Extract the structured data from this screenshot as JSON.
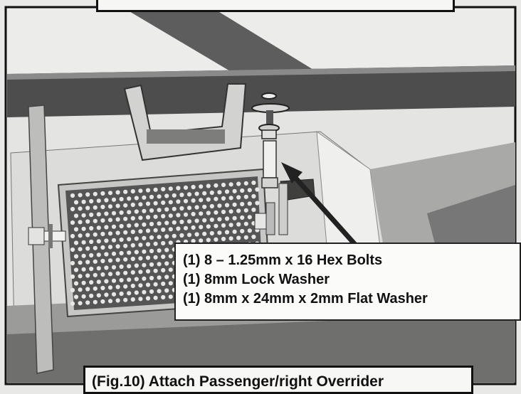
{
  "callout": {
    "lines": [
      "(1) 8 – 1.25mm x 16 Hex Bolts",
      "(1) 8mm Lock Washer",
      "(1) 8mm x 24mm x 2mm Flat Washer"
    ]
  },
  "caption": "(Fig.10) Attach Passenger/right Overrider",
  "colors": {
    "paper": "#e8e8e6",
    "frame": "#111111",
    "metal_light": "#d9d9d7",
    "metal_dark": "#555555"
  }
}
